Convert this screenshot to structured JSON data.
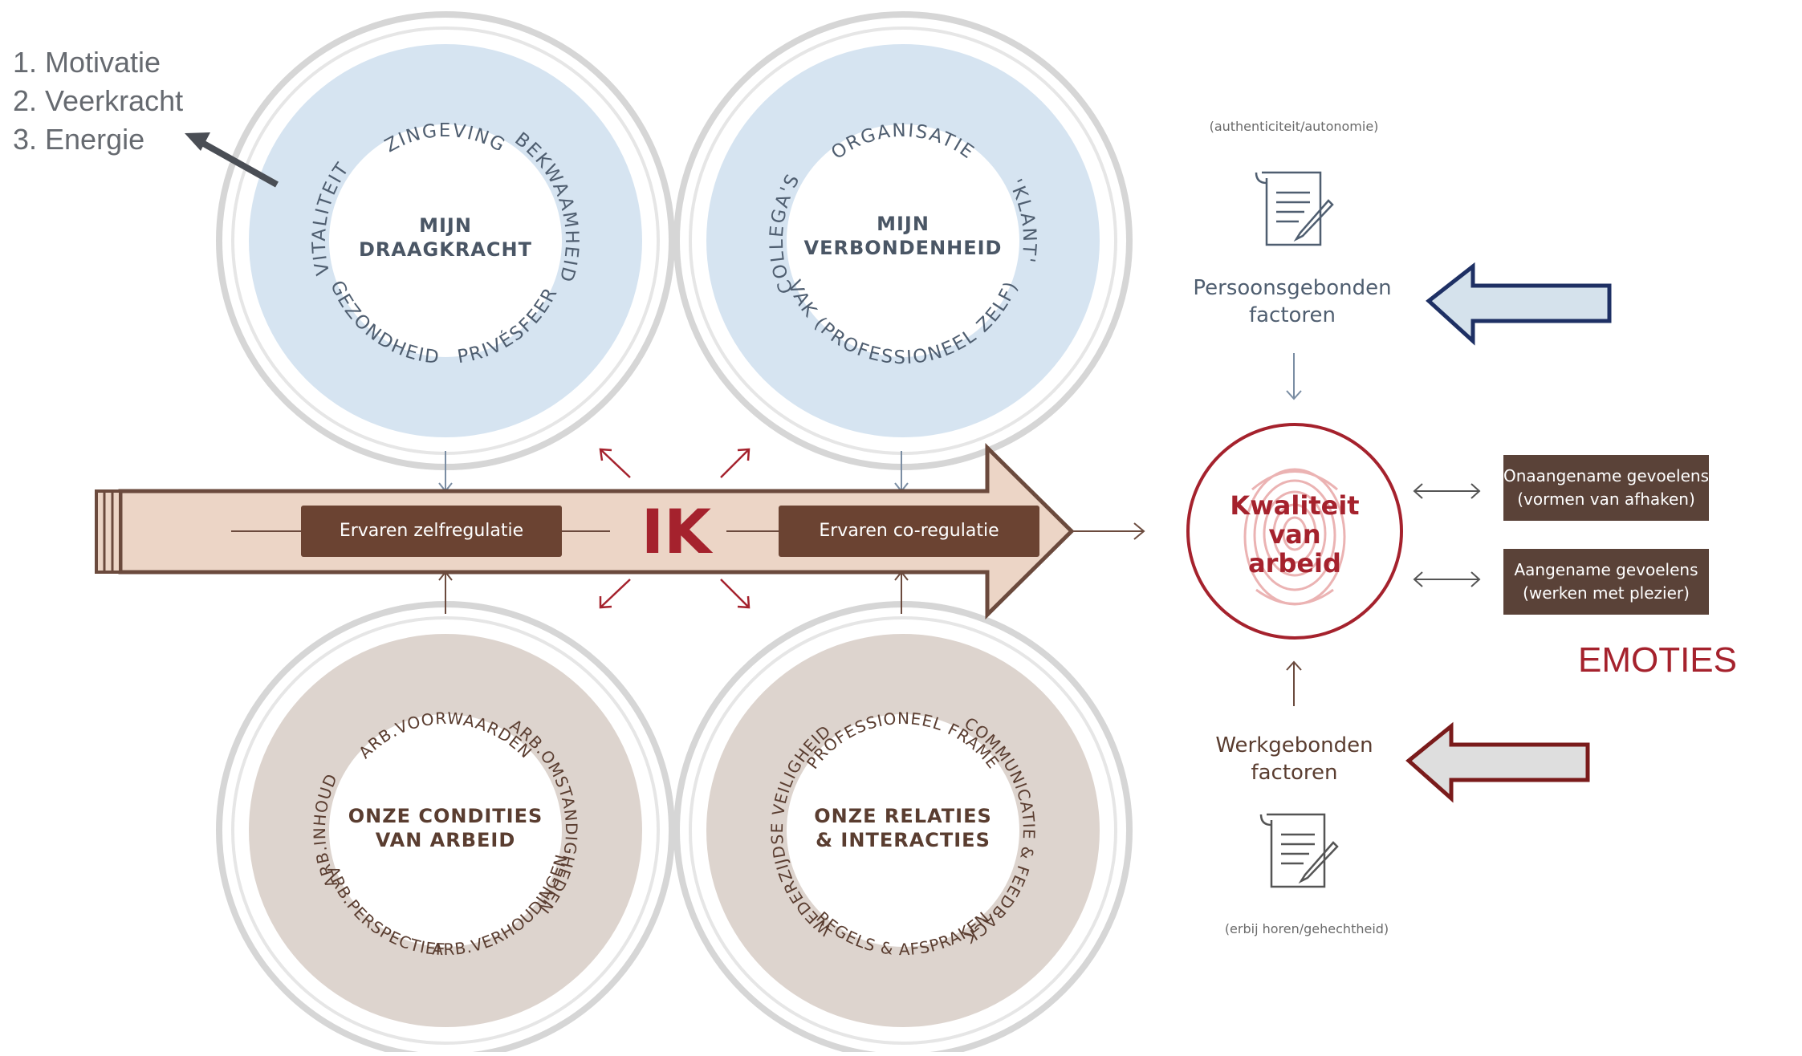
{
  "intro_list": [
    "1. Motivatie",
    "2. Veerkracht",
    "3. Energie"
  ],
  "circles": {
    "draagkracht": {
      "title_lines": [
        "MIJN",
        "DRAAGKRACHT"
      ],
      "ring_labels": {
        "top": "ZINGEVING",
        "right": "BEKWAAMHEID",
        "left": "VITALITEIT",
        "bottom_left": "PRIVÉSFEER",
        "bottom_right": "GEZONDHEID"
      }
    },
    "verbondenheid": {
      "title_lines": [
        "MIJN",
        "VERBONDENHEID"
      ],
      "ring_labels": {
        "top": "ORGANISATIE",
        "right": "'KLANT'",
        "left": "COLLEGA'S",
        "bottom": "VAK (PROFESSIONEEL ZELF)"
      }
    },
    "condities": {
      "title_lines": [
        "ONZE CONDITIES",
        "VAN ARBEID"
      ],
      "ring_labels": {
        "top": "ARB.VOORWAARDEN",
        "right": "ARB.OMSTANDIGHEDEN",
        "left": "ARB.INHOUD",
        "bottom_left": "ARB.VERHOUDINGEN",
        "bottom_right": "ARB.PERSPECTIEF"
      }
    },
    "relaties": {
      "title_lines": [
        "ONZE RELATIES",
        "& INTERACTIES"
      ],
      "ring_labels": {
        "top": "PROFESSIONEEL FRAME",
        "right": "COMMUNICATIE & FEEDBACK",
        "left": "WEDERZIJDSE VEILIGHEID",
        "bottom": "REGELS & AFSPRAKEN"
      }
    }
  },
  "center_arrow": {
    "ik_label": "IK",
    "left_box": "Ervaren zelfregulatie",
    "right_box": "Ervaren co-regulatie"
  },
  "quality": {
    "lines": [
      "Kwaliteit",
      "van",
      "arbeid"
    ]
  },
  "person_factors": {
    "note": "(authenticiteit/autonomie)",
    "label_lines": [
      "Persoonsgebonden",
      "factoren"
    ]
  },
  "work_factors": {
    "note": "(erbij horen/gehechtheid)",
    "label_lines": [
      "Werkgebonden",
      "factoren"
    ]
  },
  "emotions": {
    "unpleasant": [
      "Onaangename gevoelens",
      "(vormen van afhaken)"
    ],
    "pleasant": [
      "Aangename gevoelens",
      "(werken met plezier)"
    ],
    "title": "EMOTIES"
  },
  "colors": {
    "blue_fill": "#d6e4f1",
    "blue_text": "#4f5e70",
    "beige_fill": "#ddd4ce",
    "brown_text": "#5a3d30",
    "arrow_fill": "#ecd5c6",
    "arrow_stroke": "#6b4a3d",
    "box_brown": "#6b4332",
    "red": "#a5222d",
    "navy": "#1e3064",
    "dark_red": "#7a1b1b",
    "emotion_box": "#5a4238"
  },
  "icons": [
    "document-pen-icon",
    "fingerprint-icon"
  ]
}
